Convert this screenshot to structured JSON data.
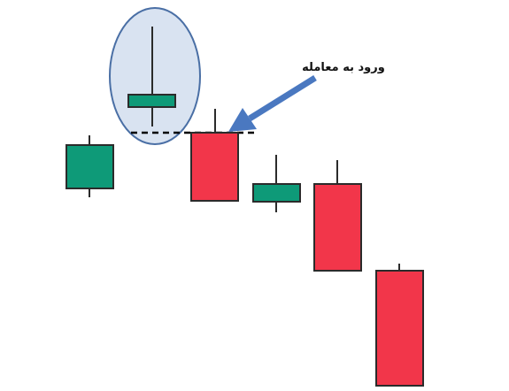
{
  "annotation": {
    "entry_label": "ورود به معامله"
  },
  "colors": {
    "bullish": "#0e9a78",
    "bearish": "#f2364a",
    "outline": "#2b2b2b",
    "highlight_fill": "#d9e3f1",
    "highlight_stroke": "#4a6fa5",
    "arrow": "#4a78c0",
    "dashed_line": "#000000"
  },
  "candles": [
    {
      "name": "candle-1",
      "direction": "bullish"
    },
    {
      "name": "candle-2-shooting-star",
      "direction": "bullish",
      "highlighted": true
    },
    {
      "name": "candle-3-entry",
      "direction": "bearish"
    },
    {
      "name": "candle-4",
      "direction": "bullish"
    },
    {
      "name": "candle-5",
      "direction": "bearish"
    },
    {
      "name": "candle-6",
      "direction": "bearish"
    }
  ]
}
